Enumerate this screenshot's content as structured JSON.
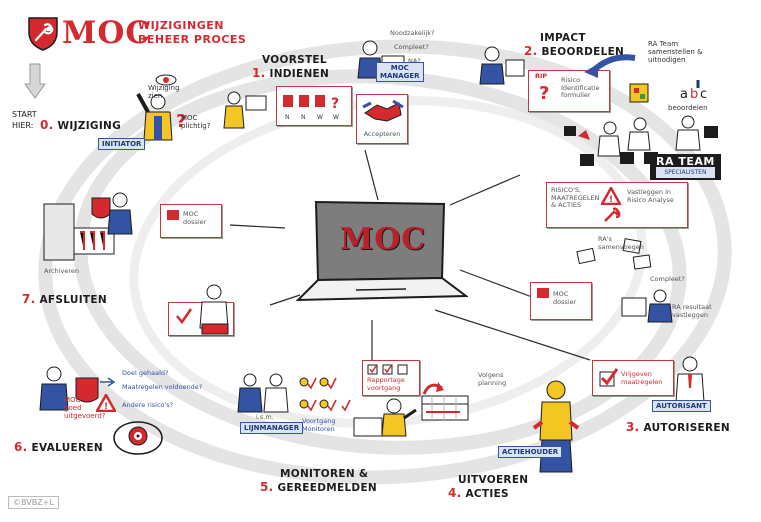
{
  "title": {
    "logo_text": "MOC",
    "line1": "WIJZIGINGEN",
    "line2": "BEHEER PROCES"
  },
  "center": {
    "label": "MOC"
  },
  "start": {
    "label1": "START",
    "label2": "HIER:"
  },
  "steps": {
    "s0": {
      "num": "0.",
      "label": "WIJZIGING"
    },
    "s1": {
      "num": "1.",
      "label_top": "VOORSTEL",
      "label": "INDIENEN"
    },
    "s2": {
      "num": "2.",
      "label_top": "IMPACT",
      "label": "BEOORDELEN"
    },
    "s3": {
      "num": "3.",
      "label": "AUTORISEREN"
    },
    "s4": {
      "num": "4.",
      "label_top": "UITVOEREN",
      "label": "ACTIES"
    },
    "s5": {
      "num": "5.",
      "label_top": "MONITOREN &",
      "label": "GEREEDMELDEN"
    },
    "s6": {
      "num": "6.",
      "label": "EVALUEREN"
    },
    "s7": {
      "num": "7.",
      "label": "AFSLUITEN"
    }
  },
  "roles": {
    "initiator": "INITIATOR",
    "moc_manager_1": "MOC",
    "moc_manager_2": "MANAGER",
    "ra_team_1": "RA TEAM",
    "ra_team_2": "SPECIALISTEN",
    "autorisant": "AUTORISANT",
    "actiehouder": "ACTIEHOUDER",
    "lijnmanager": "LIJNMANAGER"
  },
  "notes": {
    "wijziging_zien": "Wijziging zien",
    "moc_plichtig": "MOC plichtig?",
    "noodzakelijk": "Noodzakelijk?",
    "compleet": "Compleet?",
    "na": "NA?",
    "accepteren": "Accepteren",
    "ra_team_samenstellen": "RA Team samenstellen & uitnodigen",
    "beoordelen": "beoordelen",
    "rip": "RIP",
    "risico_identificatie": "Risico Identificatie formulier",
    "risicos_maatregelen": "RISICO'S, MAATREGELEN & ACTIES",
    "vastleggen_risico": "Vastleggen in Risico Analyse",
    "ra_samenvoegen": "RA's samenvoegen",
    "compleet2": "Compleet?",
    "ra_resultaat": "RA resultaat vastleggen",
    "moc_dossier_right": "MOC dossier",
    "vrijgeven": "Vrijgeven maatregelen",
    "volgens_planning": "Volgens planning",
    "rapportage_voortgang": "Rapportage voortgang",
    "voortgang_monitoren": "Voortgang Monitoren",
    "i_sm": "i.s.m.",
    "doel_gehaald": "Doel gehaald?",
    "maatregelen_voldoende": "Maatregelen voldoende?",
    "andere_risicos": "Andere risico's?",
    "moc_goed": "MOC goed uitgevoerd?",
    "moc_dossier_left": "MOC dossier",
    "archiveren": "Archiveren",
    "copyright": "©BVBZ+L"
  },
  "colors": {
    "red": "#d42a2f",
    "blue": "#3553a3",
    "yellow": "#f3c623",
    "grey": "#8a8a8a",
    "ink": "#1c1c1c"
  }
}
